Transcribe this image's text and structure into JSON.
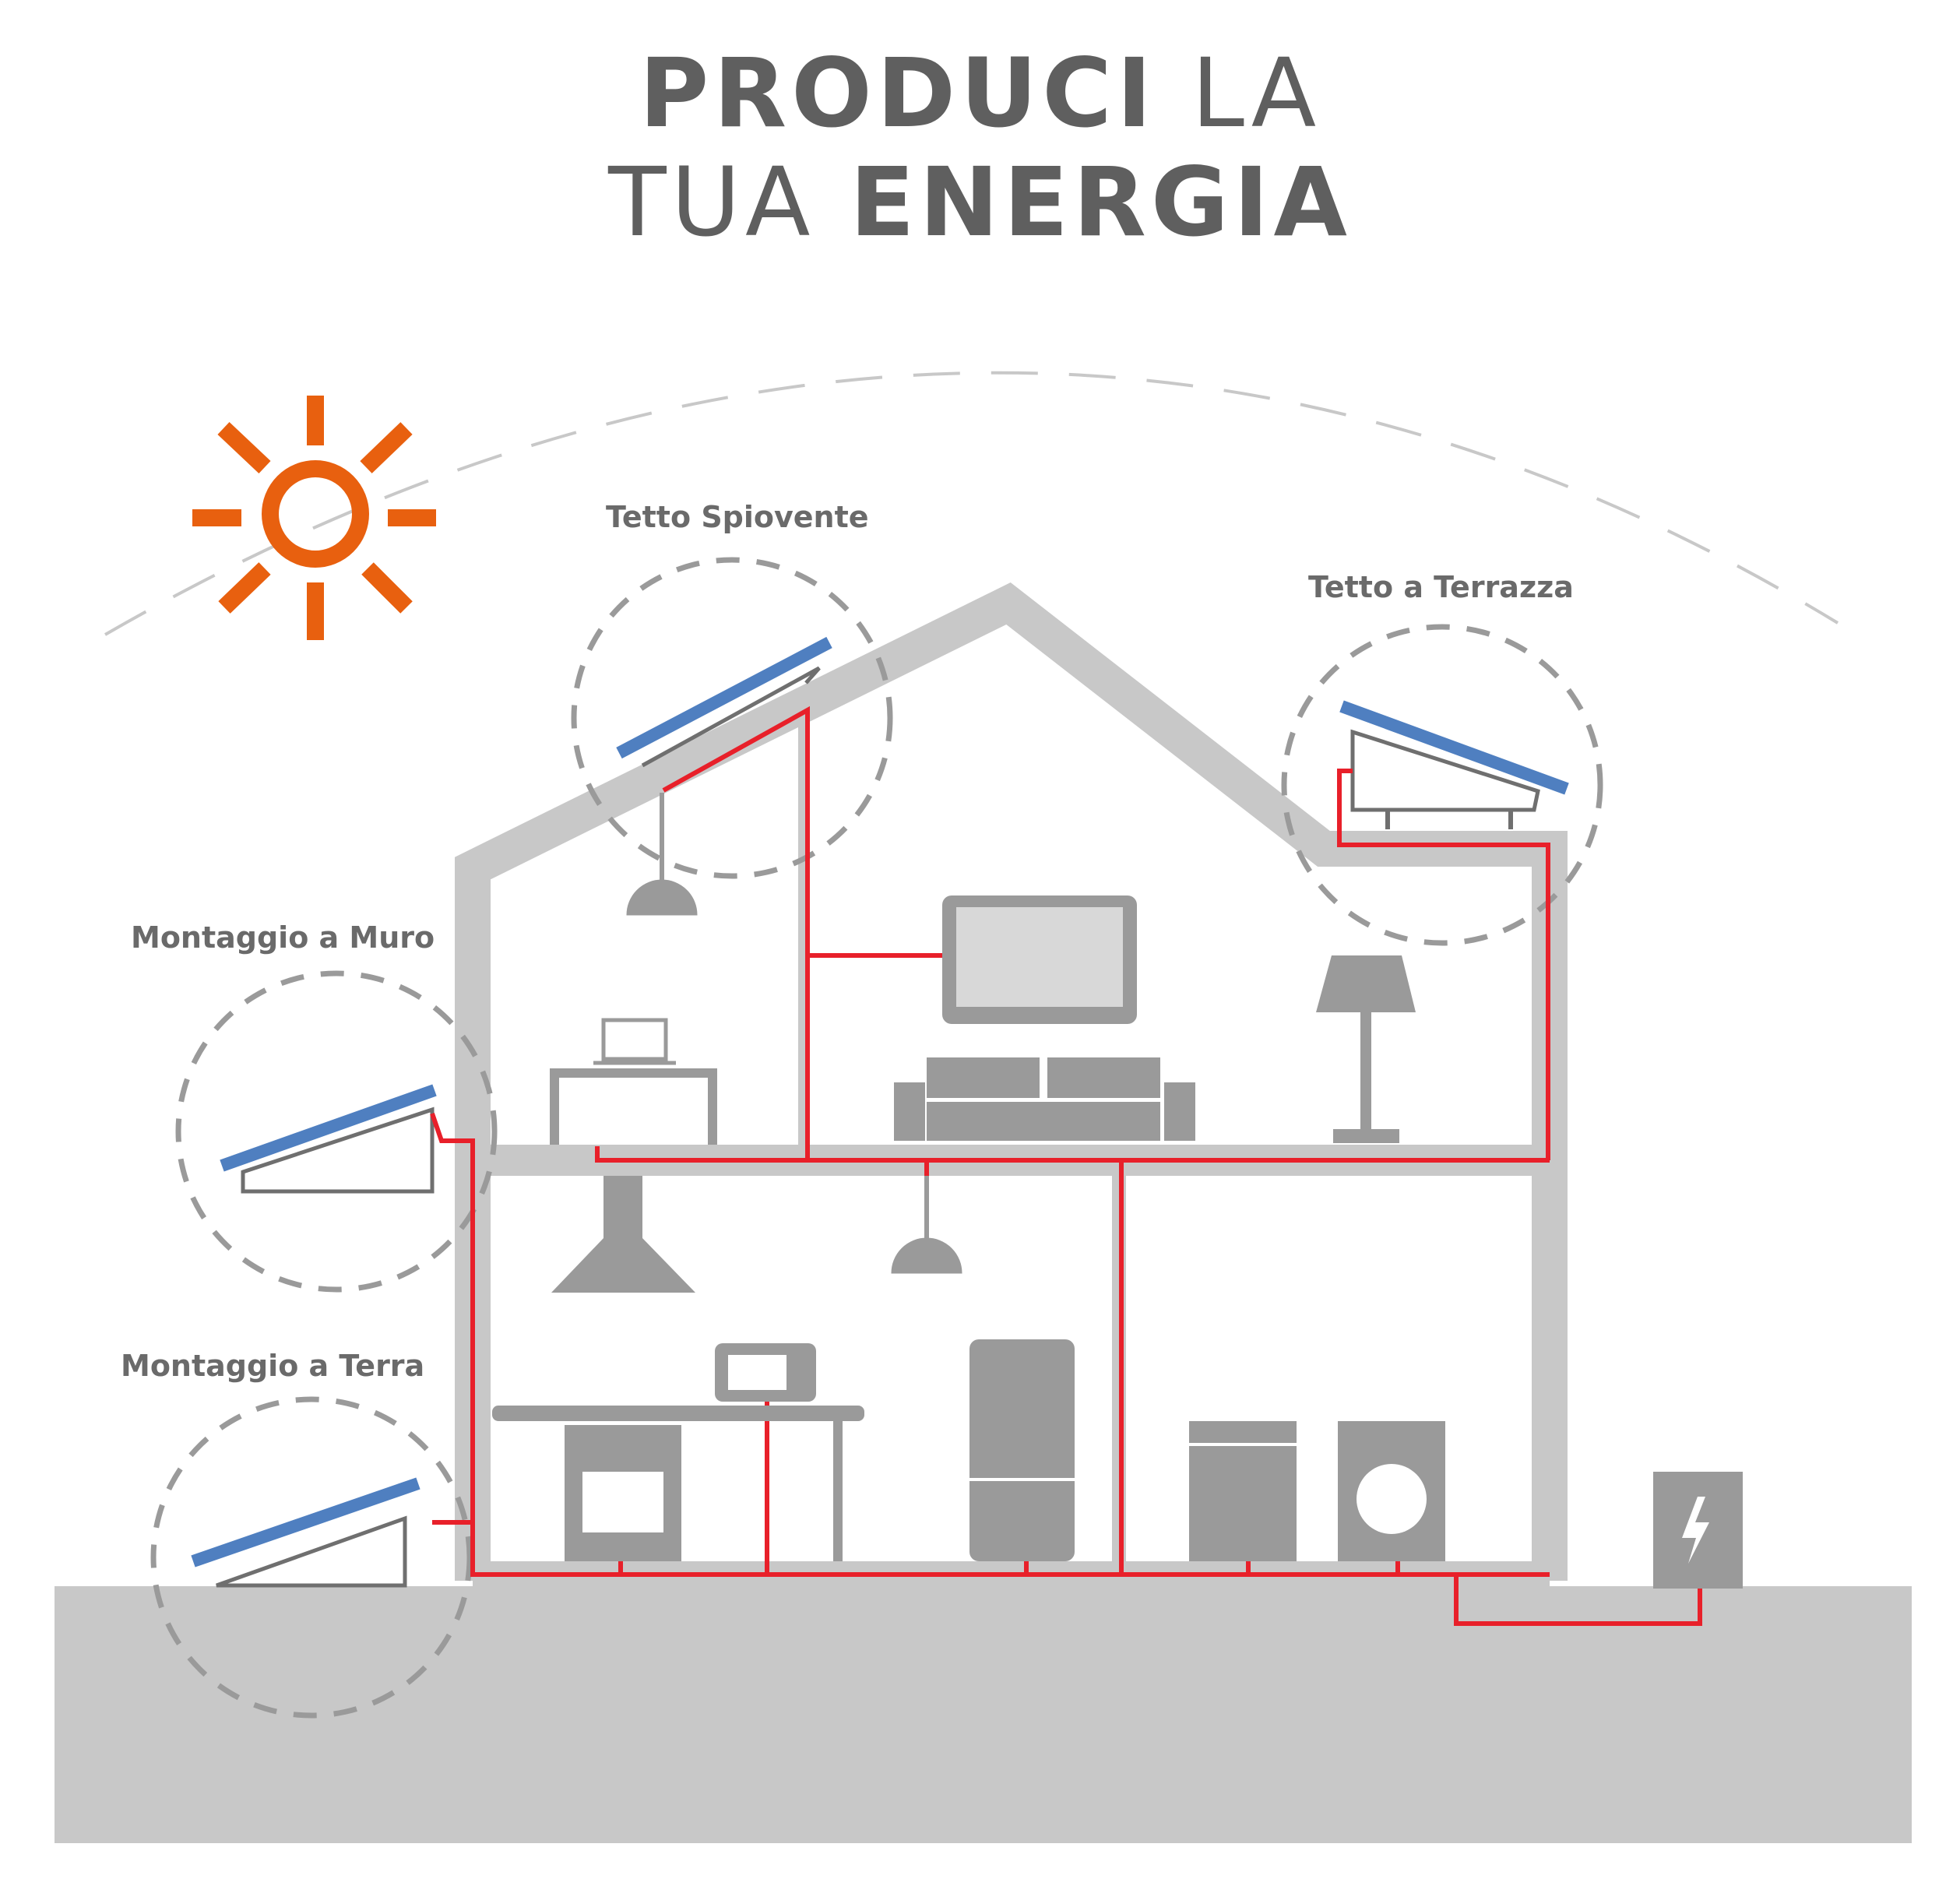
{
  "title": {
    "line1_bold": "PRODUCI",
    "line1_light": "LA",
    "line2_light": "TUA",
    "line2_bold": "ENERGIA"
  },
  "labels": {
    "sloped_roof": "Tetto Spiovente",
    "flat_roof": "Tetto a Terrazza",
    "wall_mount": "Montaggio a Muro",
    "ground_mount": "Montaggio a Terra"
  },
  "colors": {
    "sun": "#e8600f",
    "panel": "#4f7fc0",
    "wire": "#e8202a",
    "structure": "#c8c8c8",
    "appliance": "#9a9a9a",
    "text": "#5f5f5f"
  },
  "icons": [
    "sun-icon",
    "solar-panel-icon",
    "lamp-icon",
    "laptop-icon",
    "tv-icon",
    "sofa-icon",
    "floor-lamp-icon",
    "range-hood-icon",
    "microwave-icon",
    "oven-icon",
    "fridge-icon",
    "dishwasher-icon",
    "washing-machine-icon",
    "electric-meter-icon"
  ]
}
